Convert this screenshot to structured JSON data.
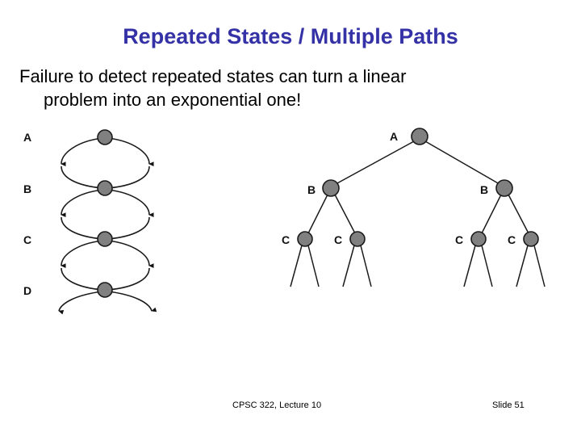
{
  "slide": {
    "title": "Repeated States / Multiple Paths",
    "body_line_1": "Failure to detect repeated states can turn a linear",
    "body_line_2": "problem into an exponential one!",
    "background_color": "#ffffff",
    "title_color": "#3432a6",
    "body_color": "#000000"
  },
  "footer": {
    "left": "CPSC 322, Lecture 10",
    "right": "Slide 51"
  },
  "figures": {
    "node_fill": "#808080",
    "node_stroke": "#1a1a1a",
    "edge_color": "#1a1a1a",
    "left_graph": {
      "caption_labels": [
        "A",
        "B",
        "C",
        "D"
      ],
      "label_a": "A",
      "label_b": "B",
      "label_c": "C",
      "label_d": "D",
      "node_count": 4,
      "description": "cyclic state graph with repeated bidirectional loops between A, B, C, D"
    },
    "right_tree": {
      "root_label": "A",
      "level2_label_left": "B",
      "level2_label_right": "B",
      "level3_label_1": "C",
      "level3_label_2": "C",
      "level3_label_3": "C",
      "level3_label_4": "C",
      "description": "search tree expanding repeated states exponentially"
    }
  }
}
